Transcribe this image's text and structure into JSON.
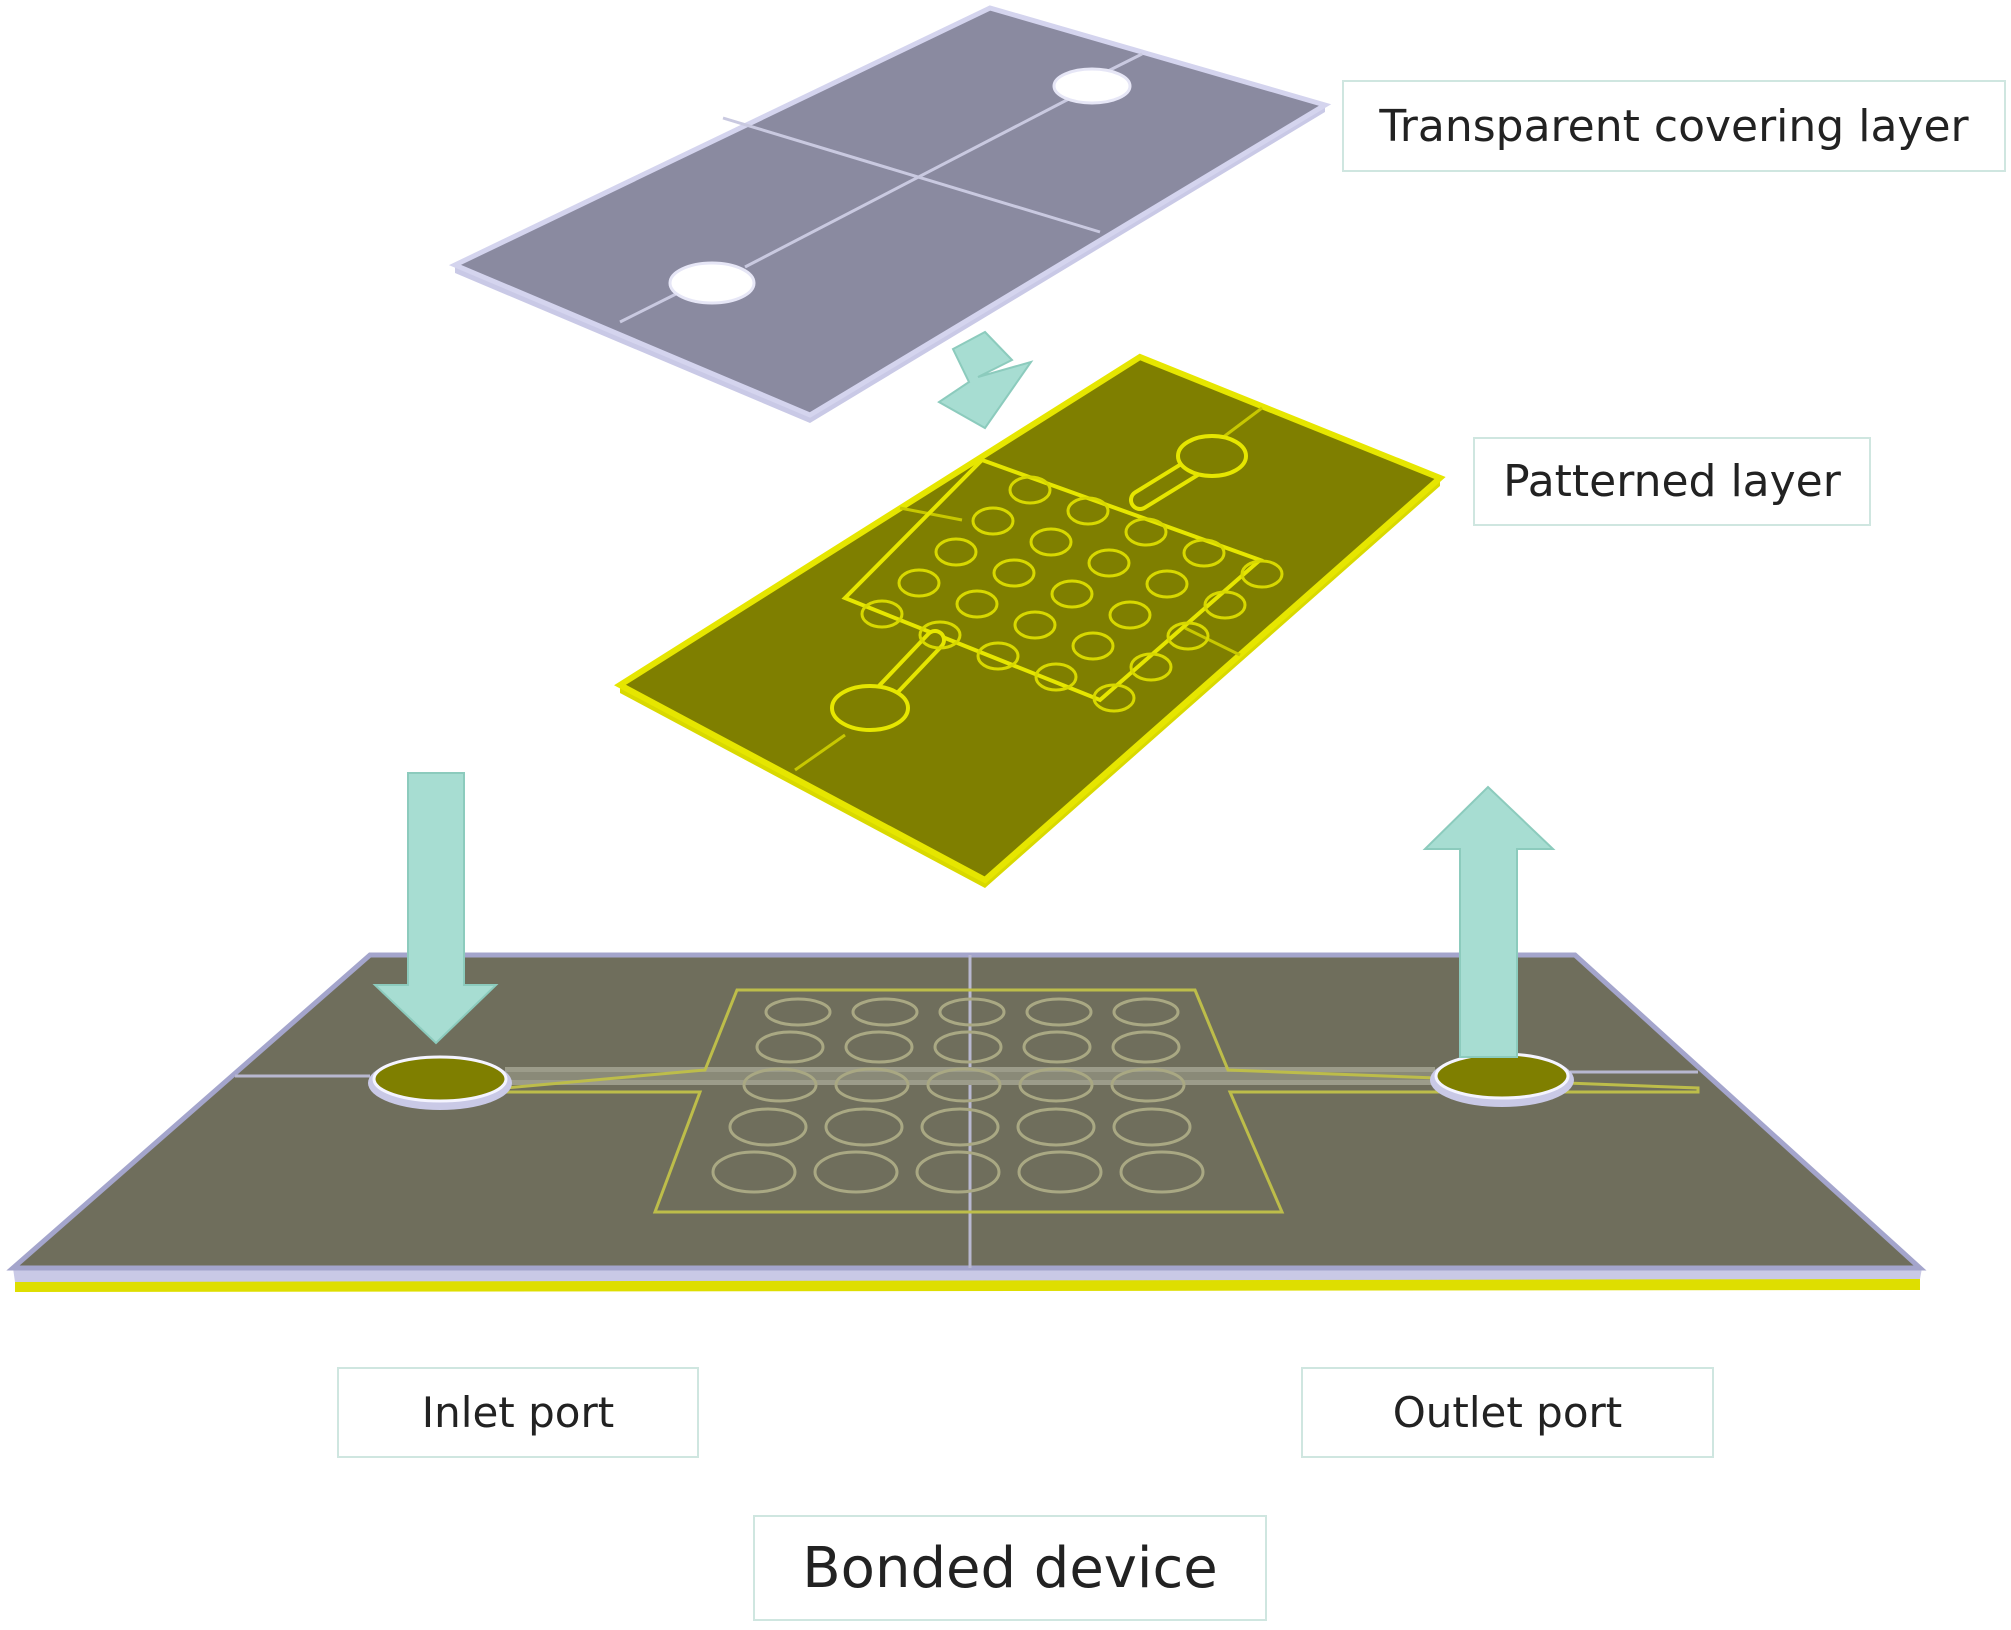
{
  "labels": {
    "cover": "Transparent covering layer",
    "patterned": "Patterned layer",
    "inlet": "Inlet port",
    "outlet": "Outlet port",
    "bonded": "Bonded device"
  },
  "colors": {
    "cover_fill": "#8a8aa0",
    "cover_edge": "#c9c9e6",
    "patterned_fill": "#7f7f00",
    "patterned_edge": "#e6e600",
    "bonded_fill": "#6f6e5c",
    "bonded_edge": "#9fa0c8",
    "bonded_bottom_edge": "#dede00",
    "arrow": "#a7ddd2",
    "arrow_edge": "#8ccbbd",
    "label_border": "#cfe6e0"
  },
  "icons": {
    "flow_in": "arrow-down-icon",
    "flow_out": "arrow-up-icon",
    "stack": "arrow-down-icon"
  }
}
